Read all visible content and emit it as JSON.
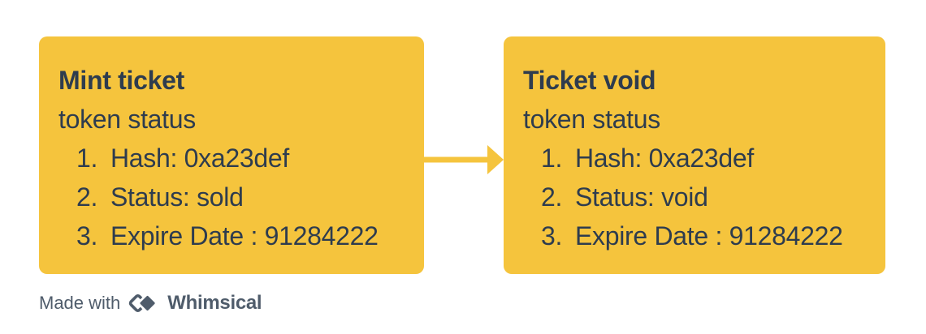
{
  "colors": {
    "card": "#F5C43D",
    "text": "#2E3C4E",
    "arrow": "#F5C43D",
    "footer": "#4F5C6B",
    "background": "#FFFFFF"
  },
  "cards": [
    {
      "title": "Mint ticket",
      "subtitle": "token status",
      "items": [
        {
          "num": "1.",
          "text": "Hash: 0xa23def"
        },
        {
          "num": "2.",
          "text": "Status: sold"
        },
        {
          "num": "3.",
          "text": "Expire Date : 91284222"
        }
      ]
    },
    {
      "title": "Ticket void",
      "subtitle": "token status",
      "items": [
        {
          "num": "1.",
          "text": "Hash: 0xa23def"
        },
        {
          "num": "2.",
          "text": "Status: void"
        },
        {
          "num": "3.",
          "text": "Expire Date : 91284222"
        }
      ]
    }
  ],
  "connector": {
    "type": "arrow-right"
  },
  "footer": {
    "made_with": "Made with",
    "brand": "Whimsical"
  }
}
